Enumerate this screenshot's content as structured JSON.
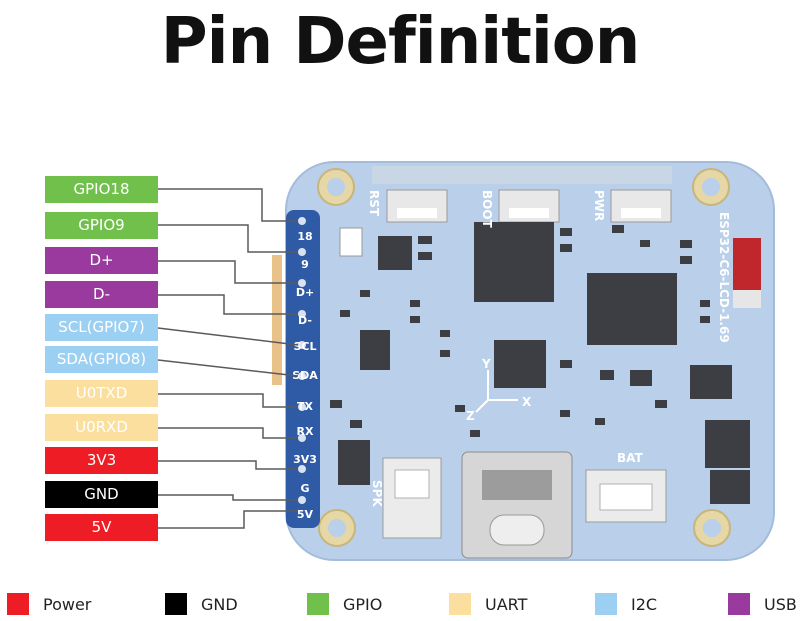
{
  "title": "Pin Definition",
  "board": {
    "buttons": [
      "RST",
      "BOOT",
      "PWR"
    ],
    "model": "ESP32-C6-LCD-1.69",
    "silk": [
      "SPK",
      "BAT",
      "X",
      "Y",
      "Z"
    ],
    "header_pins": [
      "18",
      "9",
      "D+",
      "D-",
      "SCL",
      "SDA",
      "TX",
      "RX",
      "3V3",
      "G",
      "5V"
    ]
  },
  "pins": [
    {
      "label": "GPIO18",
      "type": "gpio"
    },
    {
      "label": "GPIO9",
      "type": "gpio"
    },
    {
      "label": "D+",
      "type": "usb"
    },
    {
      "label": "D-",
      "type": "usb"
    },
    {
      "label": "SCL(GPIO7)",
      "type": "i2c"
    },
    {
      "label": "SDA(GPIO8)",
      "type": "i2c"
    },
    {
      "label": "U0TXD",
      "type": "uart"
    },
    {
      "label": "U0RXD",
      "type": "uart"
    },
    {
      "label": "3V3",
      "type": "power"
    },
    {
      "label": "GND",
      "type": "gnd"
    },
    {
      "label": "5V",
      "type": "power"
    }
  ],
  "legend": [
    {
      "label": "Power",
      "type": "power"
    },
    {
      "label": "GND",
      "type": "gnd"
    },
    {
      "label": "GPIO",
      "type": "gpio"
    },
    {
      "label": "UART",
      "type": "uart"
    },
    {
      "label": "I2C",
      "type": "i2c"
    },
    {
      "label": "USB",
      "type": "usb"
    }
  ],
  "colors": {
    "power": "#ee1c25",
    "gnd": "#000000",
    "gpio": "#70c04b",
    "uart": "#fbdf9f",
    "i2c": "#9bd0f3",
    "usb": "#9a3a9f",
    "pcb": "#b7cde9",
    "header": "#2f5aa6"
  }
}
